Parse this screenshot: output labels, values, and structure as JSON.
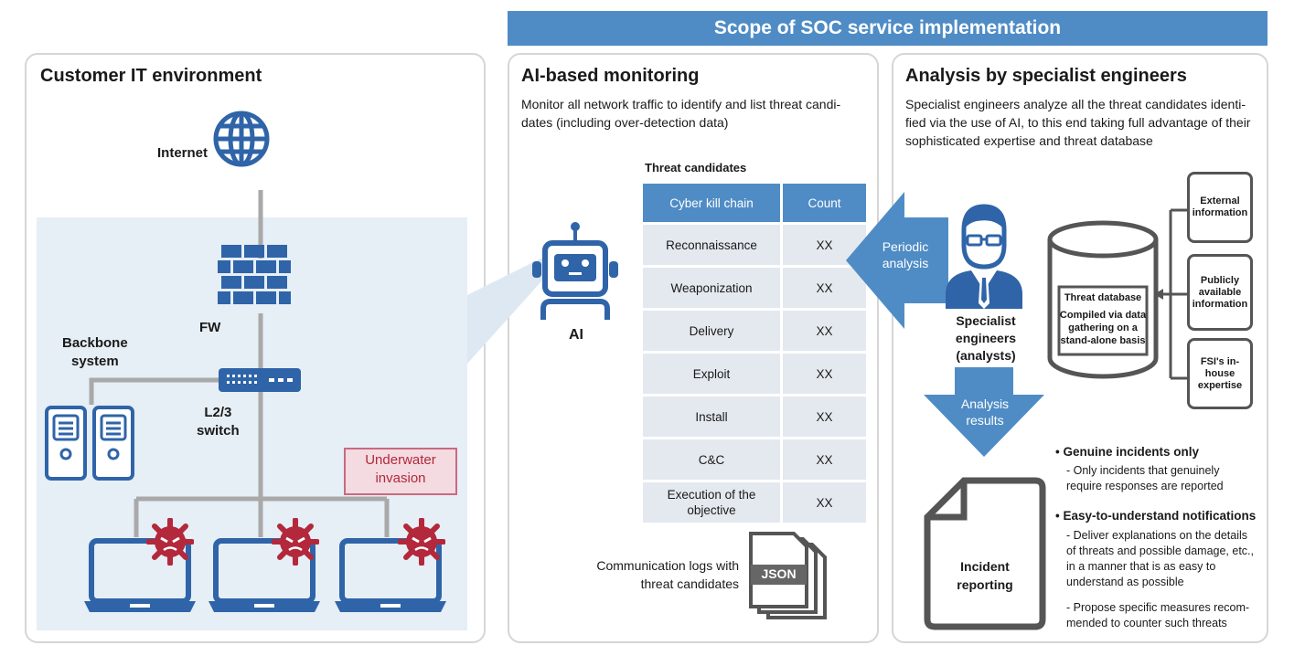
{
  "scope_title": "Scope of SOC service implementation",
  "customer": {
    "title": "Customer IT environment",
    "internet_label": "Internet",
    "fw_label": "FW",
    "backbone_label": "Backbone\nsystem",
    "switch_label": "L2/3\nswitch",
    "invasion_label": "Underwater\ninvasion"
  },
  "ai_panel": {
    "title": "AI-based monitoring",
    "desc": "Monitor all network traffic to identify and list threat candi-dates (including over-detection data)",
    "ai_label": "AI",
    "table_title": "Threat candidates",
    "table_headers": [
      "Cyber kill chain",
      "Count"
    ],
    "table_rows": [
      [
        "Reconnaissance",
        "XX"
      ],
      [
        "Weaponization",
        "XX"
      ],
      [
        "Delivery",
        "XX"
      ],
      [
        "Exploit",
        "XX"
      ],
      [
        "Install",
        "XX"
      ],
      [
        "C&C",
        "XX"
      ],
      [
        "Execution of the objective",
        "XX"
      ]
    ],
    "logs_label": "Communication logs with\nthreat candidates",
    "json_label": "JSON"
  },
  "analysis_panel": {
    "title": "Analysis by specialist engineers",
    "desc": "Specialist engineers analyze all the threat candidates identi-fied via the use of AI, to this end taking full advantage of their sophisticated expertise and threat database",
    "periodic_label": "Periodic\nanalysis",
    "engineers_label": "Specialist\nengineers\n(analysts)",
    "results_label": "Analysis\nresults",
    "db_title": "Threat database",
    "db_desc": "Compiled via data gathering on a stand-alone basis",
    "sources": [
      "External information",
      "Publicly available information",
      "FSI's in-house expertise"
    ],
    "incident_label": "Incident\nreporting",
    "bullets": [
      {
        "heading": "• Genuine incidents only",
        "items": [
          "- Only incidents that genuinely require responses are reported"
        ]
      },
      {
        "heading": "• Easy-to-understand notifications",
        "items": [
          "- Deliver explanations on the details of threats and possible damage, etc., in a manner that is as easy to understand as possible",
          "- Propose specific measures recom-mended to counter such threats"
        ]
      }
    ]
  },
  "colors": {
    "accent": "#4f8cc5",
    "dark_blue": "#2f64a8",
    "virus": "#b3283b",
    "invasion_bg": "#f3dbe1"
  }
}
